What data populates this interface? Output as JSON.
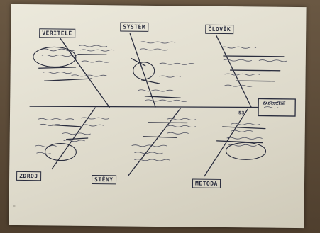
{
  "diagram": {
    "categories": {
      "top_left": "VĚRITELÉ",
      "top_middle": "SYSTÉM",
      "top_right": "ČLOVĚK",
      "bottom_left": "ZDROJ",
      "bottom_middle": "STĚNY",
      "bottom_right": "METODA"
    },
    "effect": "ZADLUŽENÍ",
    "number_label": "53",
    "side_marks": "≡"
  },
  "colors": {
    "ink": "#2a2d3e",
    "paper": "#e6e2d3",
    "background": "#5b4a36"
  }
}
